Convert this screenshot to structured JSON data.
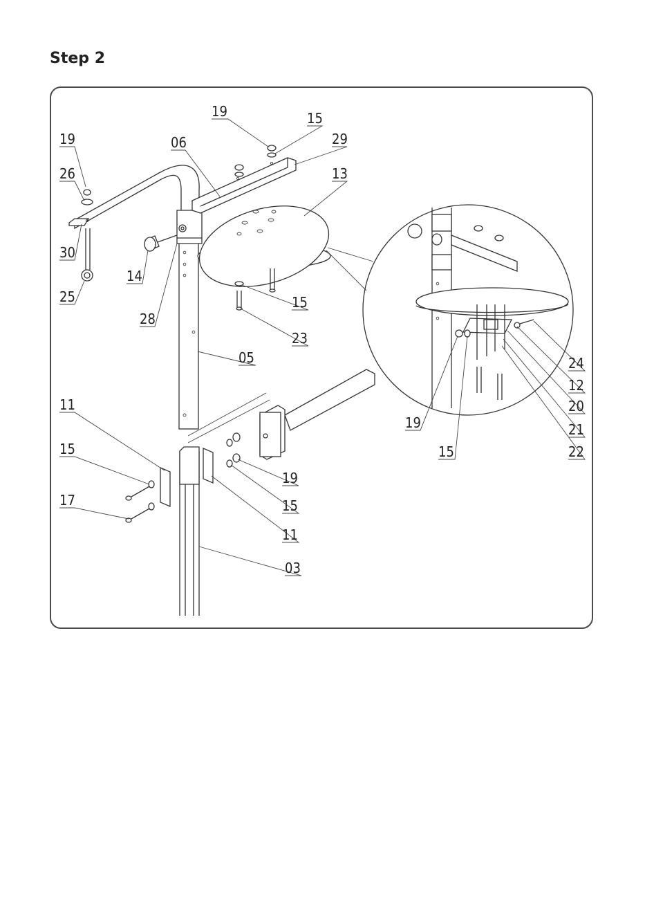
{
  "page": {
    "title": "Step 2"
  },
  "labels": {
    "l19a": "19",
    "l15a": "15",
    "l06": "06",
    "l29": "29",
    "l19b": "19",
    "l26": "26",
    "l13": "13",
    "l30": "30",
    "l14": "14",
    "l25": "25",
    "l15b": "15",
    "l28": "28",
    "l23": "23",
    "l05": "05",
    "l11a": "11",
    "l15c": "15",
    "l17": "17",
    "l19c": "19",
    "l15d": "15",
    "l11b": "11",
    "l03": "03",
    "l24": "24",
    "l12": "12",
    "l20": "20",
    "l21": "21",
    "l22": "22",
    "l19d": "19",
    "l15e": "15"
  }
}
